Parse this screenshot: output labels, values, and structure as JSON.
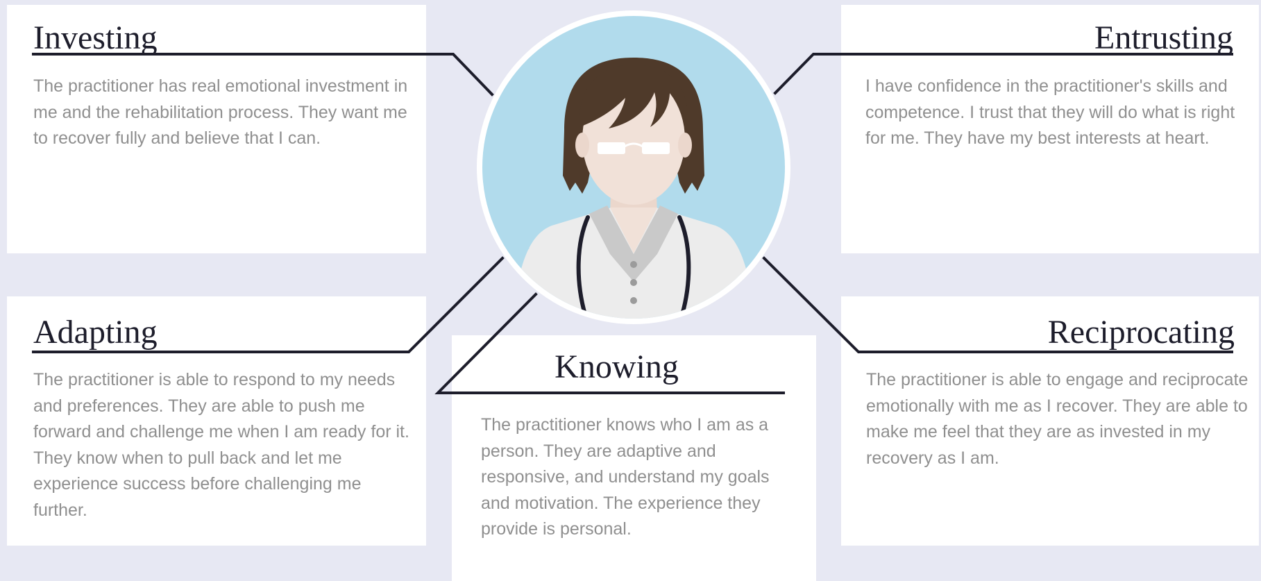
{
  "colors": {
    "background": "#e7e8f3",
    "card": "#ffffff",
    "title": "#1d1d2b",
    "body_text": "#8f8f8f",
    "connector": "#1d1d2b",
    "avatar_circle": "#b1dbec",
    "hair": "#4f3a2a",
    "skin": "#f1e1d8",
    "coat": "#ececec",
    "collar": "#c9c9c9",
    "stethoscope": "#1d1d2b"
  },
  "avatar": {
    "icon": "doctor-avatar-icon"
  },
  "cards": {
    "investing": {
      "title": "Investing",
      "text": "The practitioner has real emotional investment in me and the rehabilitation process. They want me to recover fully and believe that I can."
    },
    "entrusting": {
      "title": "Entrusting",
      "text": "I have confidence in the practitioner's skills and competence. I trust that they will do what is right for me. They have my best interests at heart."
    },
    "adapting": {
      "title": "Adapting",
      "text": "The practitioner is able to respond to my needs and preferences. They are able to push me forward and challenge me when I am ready for it. They know when to pull back and let me experience success before challenging me further."
    },
    "knowing": {
      "title": "Knowing",
      "text": "The practitioner knows who I am as a person. They are adaptive and responsive, and understand my goals and motivation. The experience they provide is personal."
    },
    "reciprocating": {
      "title": "Reciprocating",
      "text": "The practitioner is able to engage and reciprocate emotionally with me as I recover. They are able to make me feel that they are as invested in my recovery as I am."
    }
  }
}
